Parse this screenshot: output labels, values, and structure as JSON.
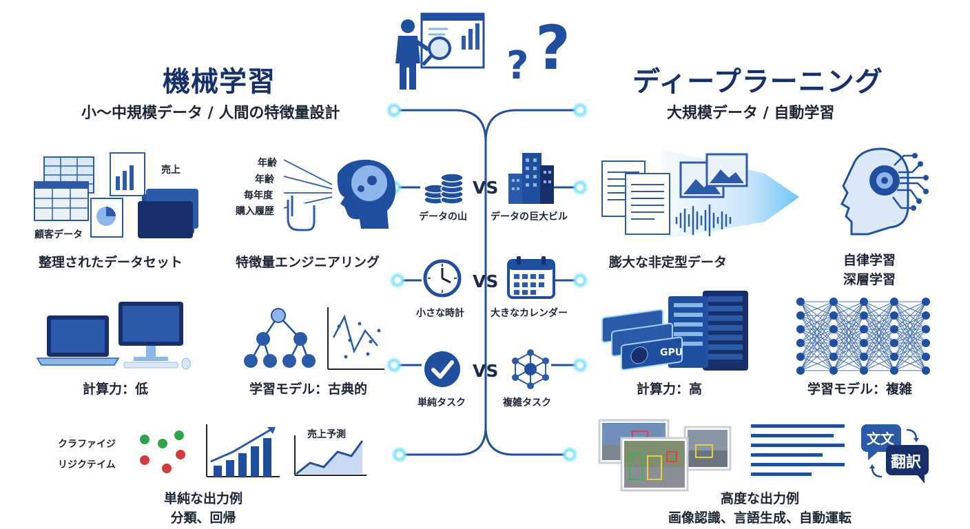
{
  "left": {
    "title": "機械学習",
    "subtitle": "小〜中規模データ / 人間の特徴量設計",
    "dataset": {
      "label_sales": "売上",
      "label_customer": "顧客データ",
      "caption": "整理されたデータセット"
    },
    "features": {
      "items": [
        "年齢",
        "年齢",
        "毎年度",
        "購入履歴"
      ],
      "caption": "特徴量エンジニアリング"
    },
    "compute_caption": "計算力：低",
    "model_caption": "学習モデル：古典的",
    "output": {
      "class_label": "クラファイジ",
      "regress_label": "リジクテイム",
      "forecast_label": "売上予測",
      "caption_line1": "単純な出力例",
      "caption_line2": "分類、回帰"
    }
  },
  "right": {
    "title": "ディープラーニング",
    "subtitle": "大規模データ / 自動学習",
    "unstructured_caption": "膨大な非定型データ",
    "auto_caption_line1": "自律学習",
    "auto_caption_line2": "深層学習",
    "compute_caption": "計算力：高",
    "model_caption": "学習モデル：複雑",
    "gpu_label": "GPU",
    "translate": {
      "top": "文文",
      "bottom": "翻訳"
    },
    "output": {
      "caption_line1": "高度な出力例",
      "caption_line2": "画像認識、言語生成、自動運転"
    }
  },
  "center": {
    "vs_label": "VS",
    "comparisons": [
      {
        "left": "データの山",
        "right": "データの巨大ビル"
      },
      {
        "left": "小さな時計",
        "right": "大きなカレンダー"
      },
      {
        "left": "単純タスク",
        "right": "複雑タスク"
      }
    ]
  },
  "colors": {
    "navy": "#17306b",
    "blue": "#2a5aa8",
    "light_blue": "#8fb6e8",
    "glow": "#7fe0ff"
  }
}
